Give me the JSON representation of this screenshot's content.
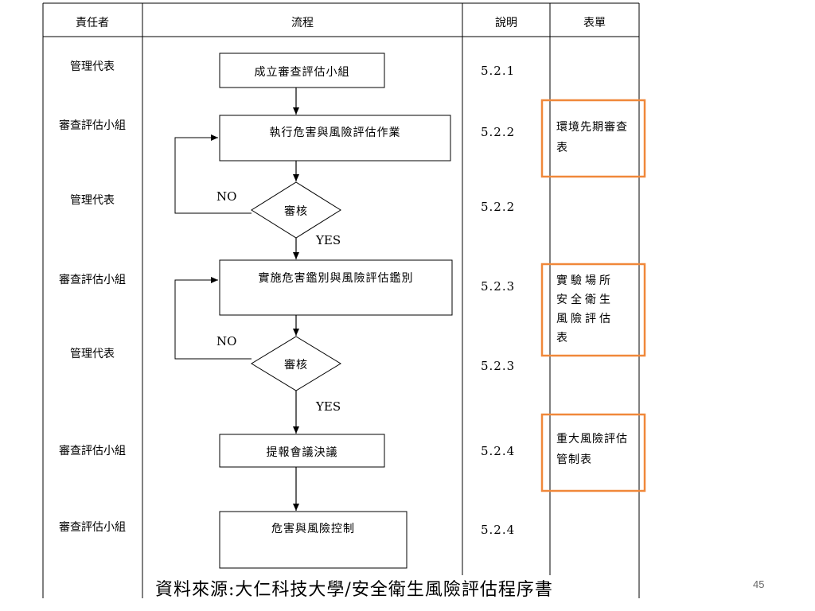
{
  "headers": {
    "responsible": "責任者",
    "flow": "流程",
    "description": "說明",
    "form": "表單"
  },
  "rows": [
    {
      "responsible": "管理代表",
      "step": "成立審查評估小組",
      "code": "5.2.1"
    },
    {
      "responsible": "審查評估小組",
      "step": "執行危害與風險評估作業",
      "code": "5.2.2"
    },
    {
      "responsible": "管理代表",
      "step": "審核",
      "code": "5.2.2"
    },
    {
      "responsible": "審查評估小組",
      "step": "實施危害鑑別與風險評估鑑別",
      "code": "5.2.3"
    },
    {
      "responsible": "管理代表",
      "step": "審核",
      "code": "5.2.3"
    },
    {
      "responsible": "審查評估小組",
      "step": "提報會議決議",
      "code": "5.2.4"
    },
    {
      "responsible": "審查評估小組",
      "step": "危害與風險控制",
      "code": "5.2.4"
    }
  ],
  "decision_labels": {
    "no": "NO",
    "yes": "YES"
  },
  "forms": [
    "環境先期審查表",
    "實驗場所安全衛生風險評估表",
    "重大風險評估管制表"
  ],
  "source": "資料來源:大仁科技大學/安全衛生風險評估程序書",
  "page_number": "45",
  "colors": {
    "form_border": "#f0883a",
    "line": "#000000"
  }
}
